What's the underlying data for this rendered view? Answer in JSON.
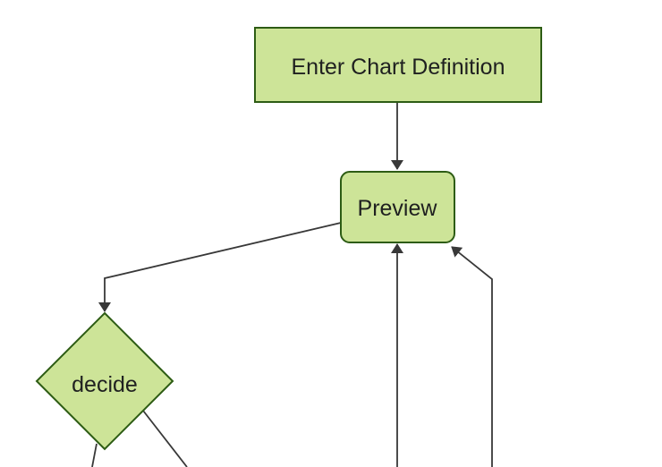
{
  "app": {
    "type": "flowchart-diagram-render",
    "background": "#ffffff"
  },
  "diagram": {
    "colors": {
      "node_fill": "#cde498",
      "node_border": "#2d5c14",
      "edge": "#383838",
      "label": "#1f2020"
    },
    "nodes": [
      {
        "id": "enter-chart-definition",
        "label": "Enter Chart Definition",
        "shape": "rectangle"
      },
      {
        "id": "preview",
        "label": "Preview",
        "shape": "rounded-rectangle"
      },
      {
        "id": "decide",
        "label": "decide",
        "shape": "diamond"
      }
    ],
    "edges": [
      {
        "from": "enter-chart-definition",
        "to": "preview",
        "arrow": true
      },
      {
        "from": "preview",
        "to": "decide",
        "arrow": true
      },
      {
        "from": "offscreen-bottom",
        "to": "preview",
        "arrow": true
      },
      {
        "from": "offscreen-bottom-right",
        "to": "preview",
        "arrow": true
      },
      {
        "from": "decide",
        "to": "offscreen-bottom-left",
        "arrow": false
      },
      {
        "from": "decide",
        "to": "offscreen-bottom-right",
        "arrow": false
      }
    ]
  }
}
